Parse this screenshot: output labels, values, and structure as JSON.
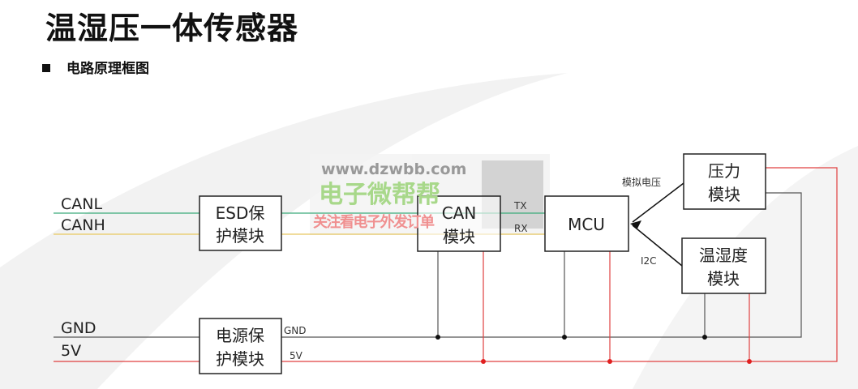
{
  "title": "温湿压一体传感器",
  "subtitle": "电路原理框图",
  "signals": {
    "canl": "CANL",
    "canh": "CANH",
    "gnd": "GND",
    "v5": "5V",
    "gnd_small": "GND",
    "v5_small": "5V",
    "tx": "TX",
    "rx": "RX",
    "analog": "模拟电压",
    "i2c": "I2C"
  },
  "blocks": {
    "esd": [
      "ESD保",
      "护模块"
    ],
    "power": [
      "电源保",
      "护模块"
    ],
    "can": [
      "CAN",
      "模块"
    ],
    "mcu": "MCU",
    "pressure": [
      "压力",
      "模块"
    ],
    "humidity": [
      "温湿度",
      "模块"
    ]
  },
  "watermark": {
    "url": "www.dzwbb.com",
    "brand": "电子微帮帮",
    "slogan": "关注看电子外发订单"
  },
  "colors": {
    "canl": "#3aaa7a",
    "canh": "#e8c860",
    "gnd": "#555555",
    "v5": "#e04040"
  }
}
